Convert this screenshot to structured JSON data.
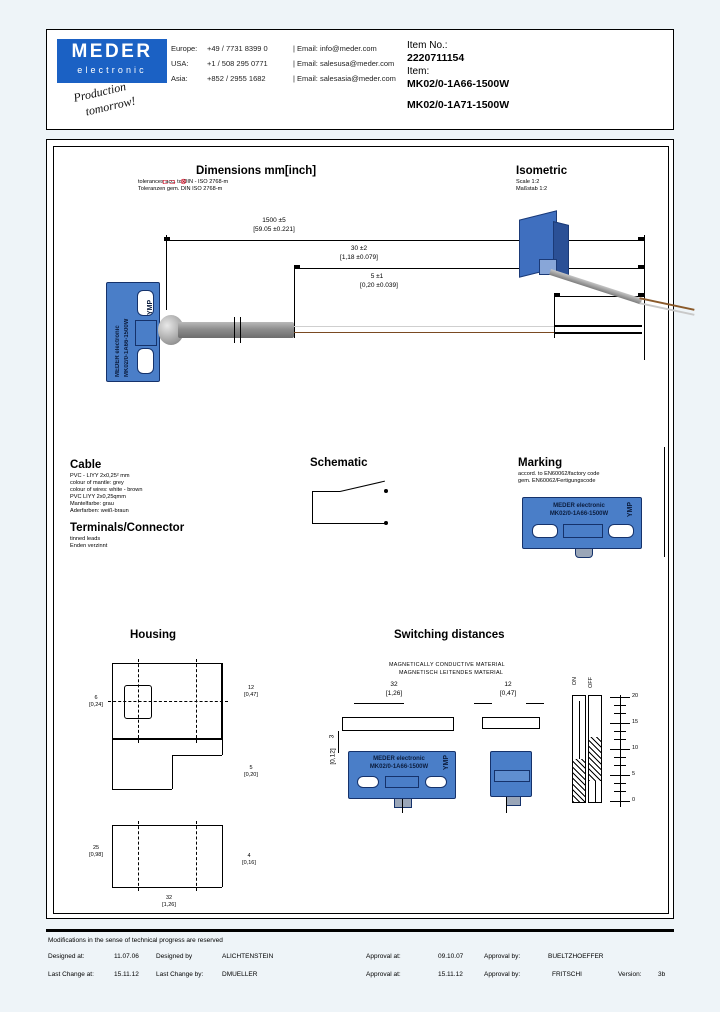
{
  "header": {
    "logo": {
      "brand": "MEDER",
      "sub": "electronic"
    },
    "signature_line1": "Production",
    "signature_line2": "tomorrow!",
    "contacts": [
      {
        "region": "Europe:",
        "phone": "+49 / 7731 8399 0",
        "email": "| Email: info@meder.com"
      },
      {
        "region": "USA:",
        "phone": "+1 / 508 295 0771",
        "email": "| Email: salesusa@meder.com"
      },
      {
        "region": "Asia:",
        "phone": "+852 / 2955 1682",
        "email": "| Email: salesasia@meder.com"
      }
    ],
    "item_no_label": "Item No.:",
    "item_no_value": "2220711154",
    "item_label": "Item:",
    "item_value_1": "MK02/0-1A66-1500W",
    "item_value_2": "MK02/0-1A71-1500W"
  },
  "sections": {
    "dimensions": {
      "title": "Dimensions mm[inch]",
      "sub_en": "tolerances acc. to DIN - ISO 2768-m",
      "sub_de": "Toleranzen gem. DIN ISO 2768-m"
    },
    "isometric": {
      "title": "Isometric",
      "scale_en": "Scale 1:2",
      "scale_de": "Maßstab 1:2"
    },
    "cable": {
      "title": "Cable",
      "lines": [
        "PVC - LIYY 2x0,25² mm",
        "colour of mantle: grey",
        "colour of wires: white - brown",
        "PVC LIYY 2x0,25qmm",
        "Mantelfarbe: grau",
        "Aderfarben: weiß-braun"
      ]
    },
    "terminals": {
      "title": "Terminals/Connector",
      "lines": [
        "tinned leads",
        "Enden verzinnt"
      ]
    },
    "schematic": {
      "title": "Schematic"
    },
    "marking": {
      "title": "Marking",
      "sub_en": "accord. to EN60062/factory code",
      "sub_de": "gem. EN60062/Fertigungscode",
      "label_brand": "MEDER electronic",
      "label_part": "MK02/0-1A66-1500W",
      "label_code": "YMP"
    },
    "housing": {
      "title": "Housing"
    },
    "switching": {
      "title": "Switching distances",
      "material_en": "MAGNETICALLY CONDUCTIVE MATERIAL",
      "material_de": "MAGNETISCH LEITENDES MATERIAL"
    }
  },
  "dimension_labels": {
    "cable_length_mm": "1500 ±5",
    "cable_length_in": "[59.05 ±0.221]",
    "strip_mm": "30 ±2",
    "strip_in": "[1,18 ±0.079]",
    "tin_mm": "5 ±1",
    "tin_in": "[0,20 ±0.039]"
  },
  "switching_labels": {
    "left_mm": "32",
    "left_in": "[1,26]",
    "right_mm": "12",
    "right_in": "[0,47]",
    "gap_mm": "3",
    "gap_in": "[0,12]",
    "on_label": "ON",
    "off_label": "OFF",
    "scale_ticks": [
      "20",
      "15",
      "10",
      "5",
      "0"
    ]
  },
  "sensor_label": {
    "brand": "MEDER electronic",
    "part": "MK02/0-1A66-1500W",
    "code": "YMP"
  },
  "housing_dims": {
    "d1": "32",
    "d2": "[1,26]",
    "d3": "12",
    "d4": "[0,47]",
    "d5": "5",
    "d6": "[0,20]",
    "d7": "6",
    "d8": "[0,24]",
    "d9": "25",
    "d10": "[0,98]",
    "d11": "4",
    "d12": "[0,16]"
  },
  "footer": {
    "note": "Modifications in the sense of technical progress are reserved",
    "row1": {
      "designed_at_label": "Designed at:",
      "designed_at_value": "11.07.06",
      "designed_by_label": "Designed by",
      "designed_by_value": "ALICHTENSTEIN",
      "approval_at_label": "Approval at:",
      "approval_at_value": "09.10.07",
      "approval_by_label": "Approval by:",
      "approval_by_value": "BUELTZHOEFFER"
    },
    "row2": {
      "last_change_at_label": "Last Change at:",
      "last_change_at_value": "15.11.12",
      "last_change_by_label": "Last Change by:",
      "last_change_by_value": "DMUELLER",
      "approval_at_label": "Approval at:",
      "approval_at_value": "15.11.12",
      "approval_by_label": "Approval by:",
      "approval_by_value": "FRITSCHI",
      "version_label": "Version:",
      "version_value": "3b"
    }
  },
  "colors": {
    "brand_blue": "#1b61c4",
    "sensor_blue": "#4a7ec8",
    "page_bg": "#eef4f8",
    "red_mark": "#d0021b"
  }
}
